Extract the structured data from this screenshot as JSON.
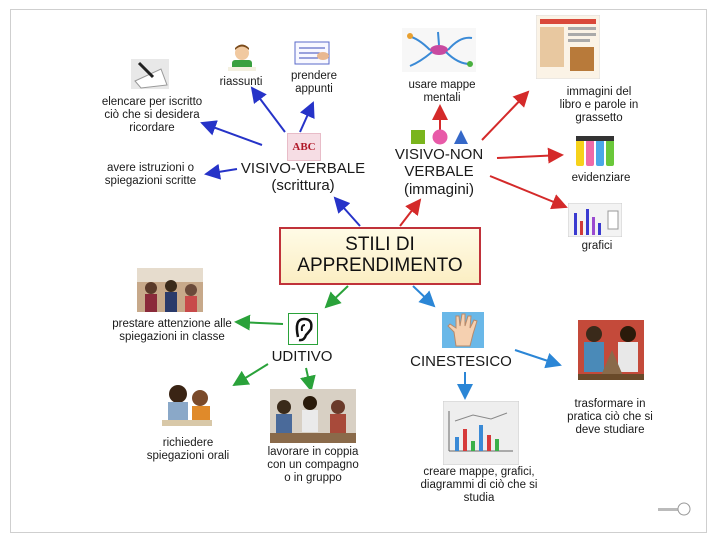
{
  "center": {
    "line1": "STILI DI",
    "line2": "APPRENDIMENTO"
  },
  "visivo_verbale": {
    "icon_text": "ABC",
    "line1": "VISIVO-VERBALE",
    "line2": "(scrittura)",
    "items": [
      {
        "text": "riassunti"
      },
      {
        "text": "prendere appunti"
      },
      {
        "text": "elencare per iscritto ciò che si desidera ricordare"
      },
      {
        "text": "avere istruzioni o spiegazioni scritte"
      }
    ]
  },
  "visivo_non_verbale": {
    "line1": "VISIVO-NON",
    "line2": "VERBALE",
    "line3": "(immagini)",
    "items": [
      {
        "text": "usare mappe mentali"
      },
      {
        "text": "immagini del libro e parole in grassetto"
      },
      {
        "text": "evidenziare"
      },
      {
        "text": "grafici"
      }
    ],
    "shape_colors": {
      "square": "#7ab51d",
      "circle": "#e85aa8",
      "triangle": "#3568c8"
    }
  },
  "uditivo": {
    "label": "UDITIVO",
    "items": [
      {
        "text": "prestare attenzione alle spiegazioni in classe"
      },
      {
        "text": "richiedere spiegazioni orali"
      },
      {
        "text": "lavorare in coppia con un compagno o in gruppo"
      }
    ]
  },
  "cinestesico": {
    "label": "CINESTESICO",
    "items": [
      {
        "text": "trasformare in pratica ciò che si deve studiare"
      },
      {
        "text": "creare mappe, grafici, diagrammi di ciò che si studia"
      }
    ]
  },
  "colors": {
    "blue": "#2633c8",
    "red": "#d42a2a",
    "green": "#2aa23a",
    "lightblue": "#2b86d6",
    "center_border": "#c0323a"
  }
}
